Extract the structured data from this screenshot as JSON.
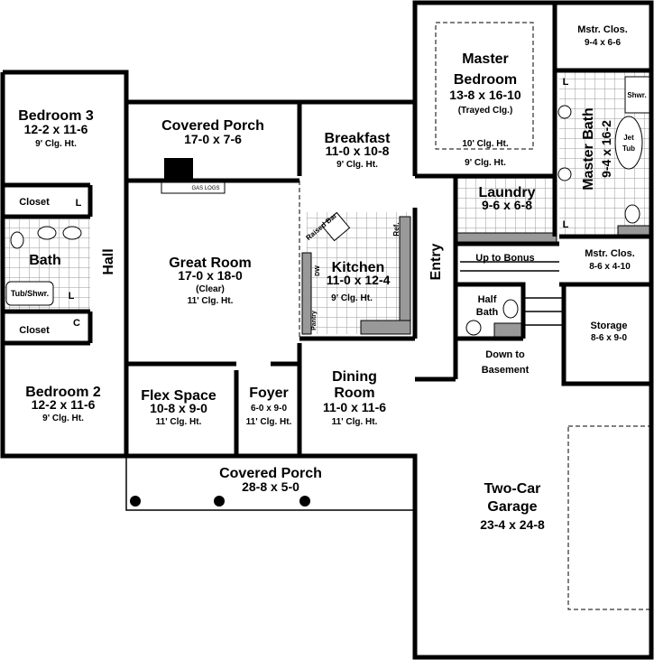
{
  "plan": {
    "rooms": {
      "bedroom3": {
        "name": "Bedroom 3",
        "dims": "12-2 x 11-6",
        "ceiling": "9' Clg. Ht."
      },
      "bedroom2": {
        "name": "Bedroom 2",
        "dims": "12-2 x 11-6",
        "ceiling": "9' Clg. Ht."
      },
      "closet_top": {
        "name": "Closet"
      },
      "closet_bottom": {
        "name": "Closet"
      },
      "bath": {
        "name": "Bath",
        "tub": "Tub/Shwr."
      },
      "hall": {
        "name": "Hall"
      },
      "linen1": "L",
      "linen2": "L",
      "coat": "C",
      "porch_rear": {
        "name": "Covered Porch",
        "dims": "17-0 x 7-6",
        "fireplace": "GAS LOGS"
      },
      "great_room": {
        "name": "Great Room",
        "dims": "17-0 x 18-0",
        "note": "(Clear)",
        "ceiling": "11' Clg. Ht."
      },
      "breakfast": {
        "name": "Breakfast",
        "dims": "11-0 x 10-8",
        "ceiling": "9' Clg. Ht."
      },
      "kitchen": {
        "name": "Kitchen",
        "dims": "11-0 x 12-4",
        "ceiling": "9' Clg. Ht.",
        "raised_bar": "Raised Bar",
        "ref": "Ref.",
        "dw": "DW",
        "pantry": "Pantry"
      },
      "master_bedroom": {
        "name1": "Master",
        "name2": "Bedroom",
        "dims": "13-8 x 16-10",
        "note": "(Trayed Clg.)",
        "tray_ceiling": "10' Clg. Ht.",
        "ceiling": "9' Clg. Ht."
      },
      "master_closet1": {
        "name": "Mstr. Clos.",
        "dims": "9-4 x 6-6"
      },
      "master_bath": {
        "name": "Master Bath",
        "dims": "9-4 x 16-2",
        "shower": "Shwr.",
        "tub1": "Jet",
        "tub2": "Tub",
        "linen1": "L",
        "linen2": "L"
      },
      "laundry": {
        "name": "Laundry",
        "dims": "9-6 x 6-8"
      },
      "master_closet2": {
        "name": "Mstr. Clos.",
        "dims": "8-6 x 4-10"
      },
      "entry": {
        "name": "Entry"
      },
      "stairs": {
        "up": "Up to Bonus",
        "down1": "Down to",
        "down2": "Basement"
      },
      "half_bath": {
        "name1": "Half",
        "name2": "Bath"
      },
      "storage": {
        "name": "Storage",
        "dims": "8-6 x 9-0"
      },
      "flex": {
        "name": "Flex Space",
        "dims": "10-8 x 9-0",
        "ceiling": "11' Clg. Ht."
      },
      "foyer": {
        "name": "Foyer",
        "dims": "6-0 x 9-0",
        "ceiling": "11' Clg. Ht."
      },
      "dining": {
        "name1": "Dining",
        "name2": "Room",
        "dims": "11-0 x 11-6",
        "ceiling": "11' Clg. Ht."
      },
      "porch_front": {
        "name": "Covered Porch",
        "dims": "28-8 x 5-0"
      },
      "garage": {
        "name1": "Two-Car",
        "name2": "Garage",
        "dims": "23-4 x 24-8"
      }
    }
  }
}
